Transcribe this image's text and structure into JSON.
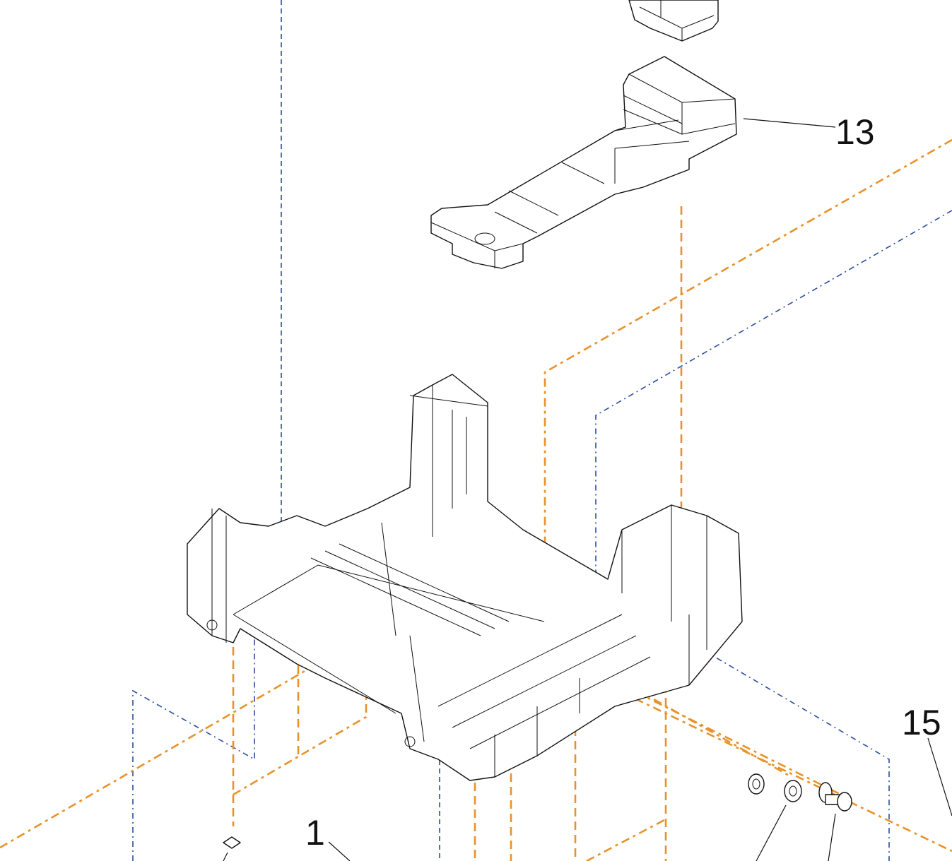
{
  "diagram": {
    "labels": {
      "part_13": "13",
      "part_15": "15",
      "part_1": "1"
    },
    "colors": {
      "assembly_line_orange": "#e8922a",
      "assembly_line_blue": "#2c4c9e",
      "outline": "#111111"
    }
  }
}
